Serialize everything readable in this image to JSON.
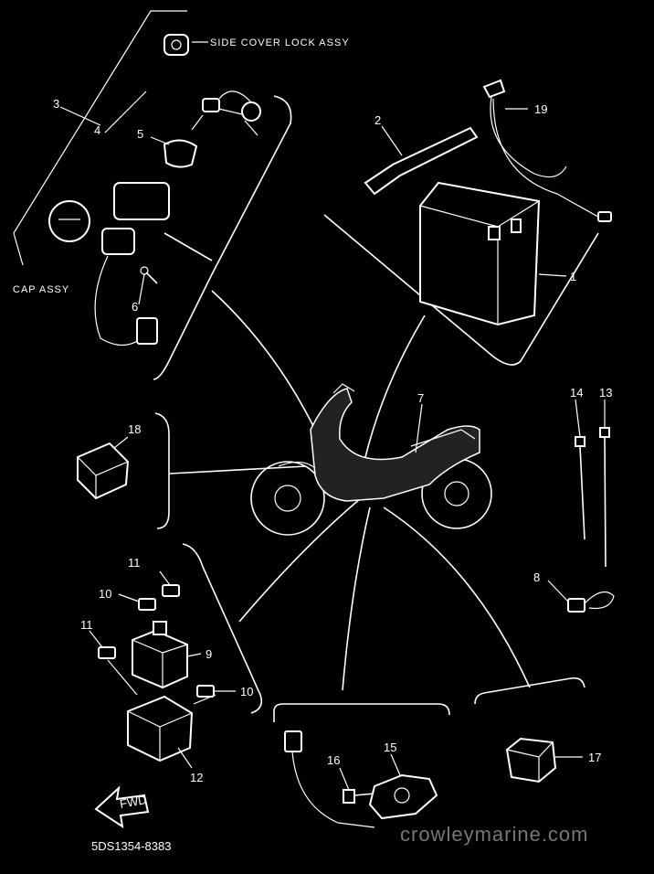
{
  "labels": {
    "side_cover_lock": "SIDE COVER LOCK ASSY",
    "cap_assy": "CAP ASSY",
    "drawing_number": "5DS1354-8383",
    "fwd": "FWD",
    "watermark": "crowleymarine.com"
  },
  "callouts": {
    "c1": "1",
    "c2": "2",
    "c3": "3",
    "c4": "4",
    "c5": "5",
    "c6": "6",
    "c7": "7",
    "c8": "8",
    "c9": "9",
    "c10a": "10",
    "c10b": "10",
    "c11a": "11",
    "c11b": "11",
    "c12": "12",
    "c13": "13",
    "c14": "14",
    "c15": "15",
    "c16": "16",
    "c17": "17",
    "c18": "18",
    "c19": "19"
  },
  "colors": {
    "background": "#000000",
    "line": "#ffffff",
    "watermark": "#777777"
  }
}
